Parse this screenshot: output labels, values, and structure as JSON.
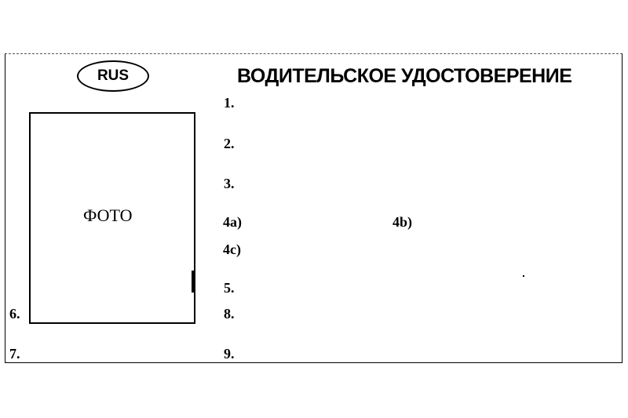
{
  "card": {
    "country_code": "RUS",
    "title": "ВОДИТЕЛЬСКОЕ УДОСТОВЕРЕНИЕ",
    "photo_label": "ФОТО"
  },
  "fields": {
    "f1": "1.",
    "f2": "2.",
    "f3": "3.",
    "f4a": "4a)",
    "f4b": "4b)",
    "f4c": "4c)",
    "f5": "5.",
    "f6": "6.",
    "f7": "7.",
    "f8": "8.",
    "f9": "9."
  }
}
